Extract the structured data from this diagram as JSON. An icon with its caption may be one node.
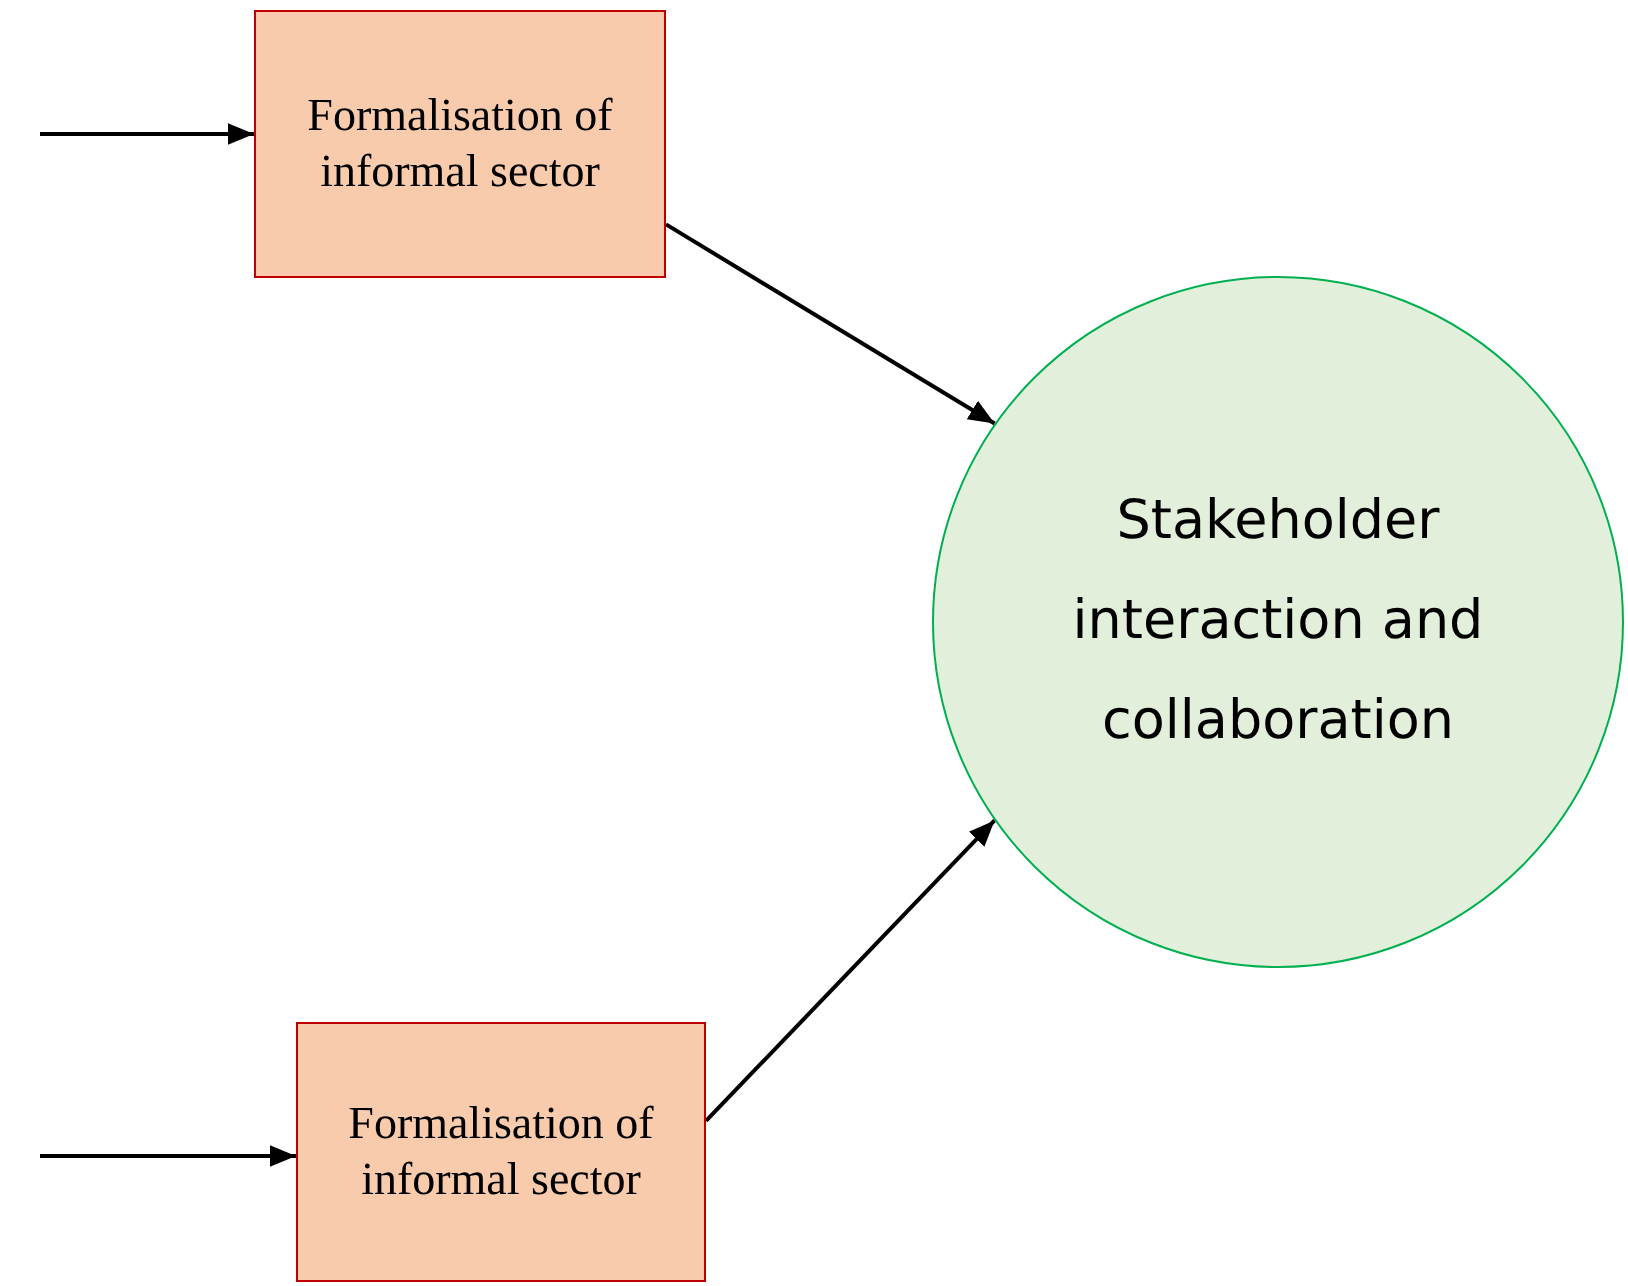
{
  "diagram": {
    "nodes": [
      {
        "text": [
          "Formalisation of informal sector"
        ]
      },
      {
        "text": [
          "Stakeholder interaction and collaboration"
        ]
      },
      {
        "text": [
          "Formalisation of informal sector"
        ]
      }
    ],
    "edges": [
      {
        "from": null,
        "to": 0,
        "arrow": "to"
      },
      {
        "from": 0,
        "to": 1,
        "arrow": "to"
      },
      {
        "from": null,
        "to": 2,
        "arrow": "to"
      },
      {
        "from": 2,
        "to": 1,
        "arrow": "to"
      }
    ]
  }
}
